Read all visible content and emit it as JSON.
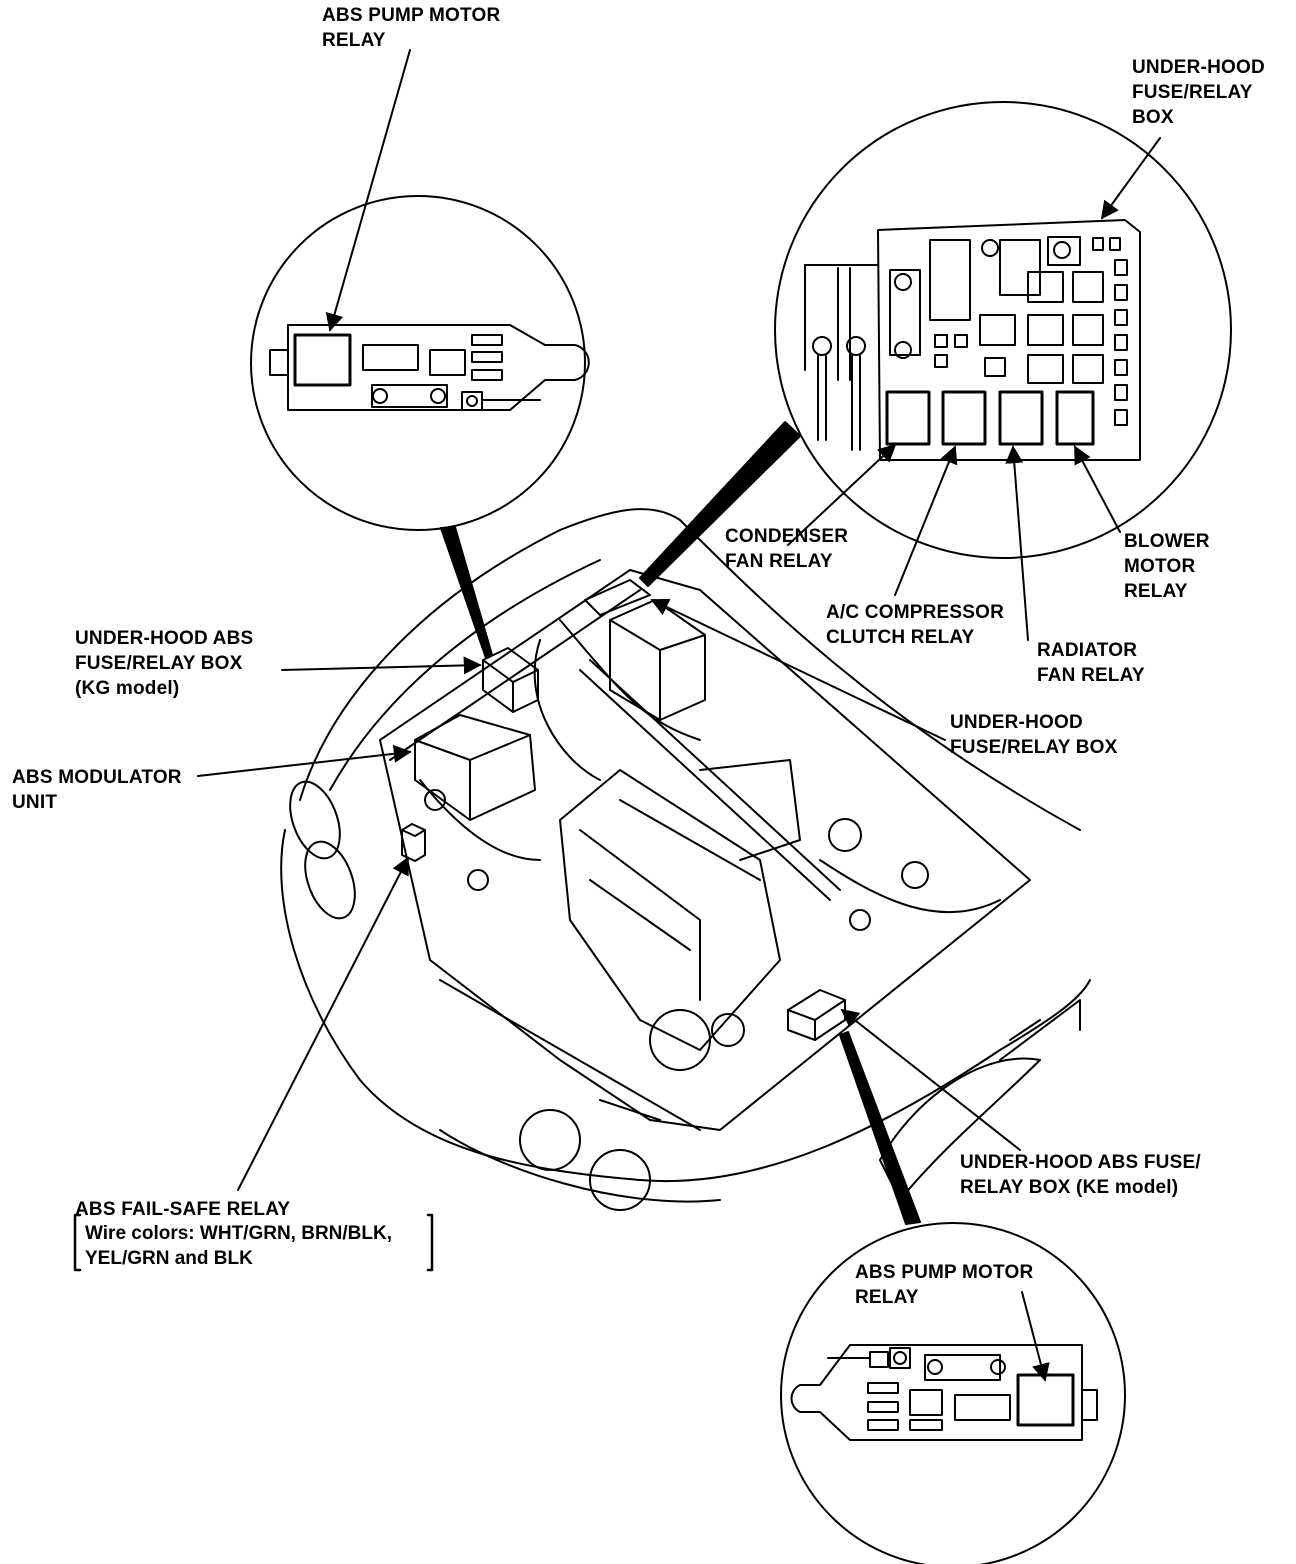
{
  "colors": {
    "ink": "#000000",
    "paper": "#ffffff"
  },
  "labels": {
    "abs_pump_motor_relay_top": [
      "ABS PUMP MOTOR",
      "RELAY"
    ],
    "under_hood_fuse_relay_box_inset": [
      "UNDER-HOOD",
      "FUSE/RELAY",
      "BOX"
    ],
    "condenser_fan_relay": [
      "CONDENSER",
      "FAN RELAY"
    ],
    "ac_compressor_clutch_relay": [
      "A/C COMPRESSOR",
      "CLUTCH RELAY"
    ],
    "radiator_fan_relay": [
      "RADIATOR",
      "FAN RELAY"
    ],
    "blower_motor_relay": [
      "BLOWER",
      "MOTOR",
      "RELAY"
    ],
    "under_hood_abs_fuse_relay_box_kg": [
      "UNDER-HOOD ABS",
      "FUSE/RELAY BOX",
      "(KG model)"
    ],
    "under_hood_fuse_relay_box_main": [
      "UNDER-HOOD",
      "FUSE/RELAY BOX"
    ],
    "abs_modulator_unit": [
      "ABS MODULATOR",
      "UNIT"
    ],
    "under_hood_abs_fuse_relay_box_ke": [
      "UNDER-HOOD ABS FUSE/",
      "RELAY BOX (KE model)"
    ],
    "abs_fail_safe_relay": "ABS FAIL-SAFE RELAY",
    "wire_colors": [
      "Wire colors: WHT/GRN, BRN/BLK,",
      "YEL/GRN and BLK"
    ],
    "abs_pump_motor_relay_bottom": [
      "ABS PUMP MOTOR",
      "RELAY"
    ]
  }
}
